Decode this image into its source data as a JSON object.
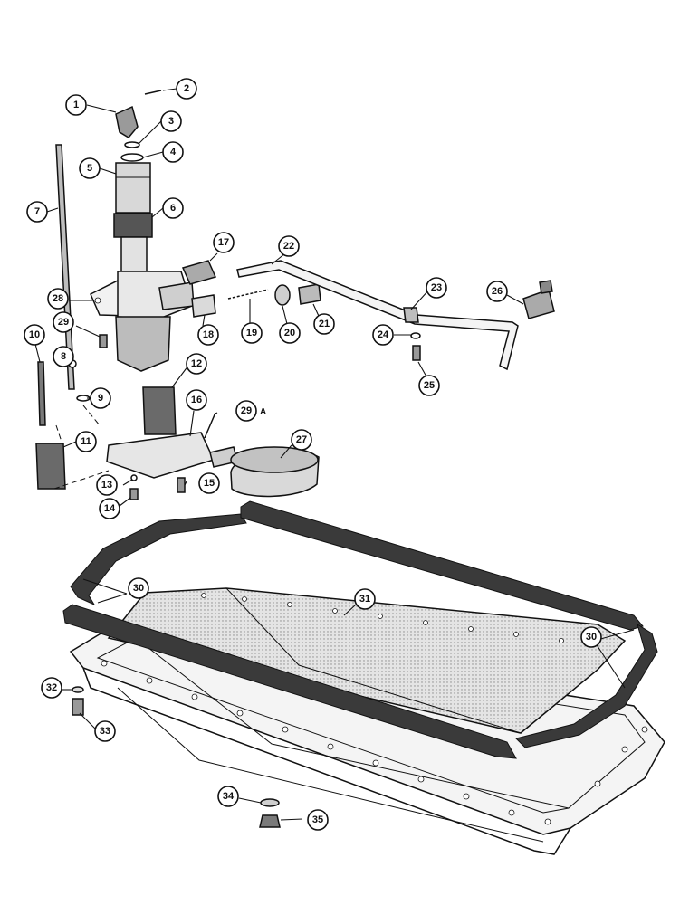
{
  "colors": {
    "line": "#111111",
    "gasket": "#3a3a3a",
    "paper": "#ffffff",
    "pan": "#cfcfcf"
  },
  "callouts": [
    {
      "id": "c1",
      "label": "1"
    },
    {
      "id": "c2",
      "label": "2"
    },
    {
      "id": "c3",
      "label": "3"
    },
    {
      "id": "c4",
      "label": "4"
    },
    {
      "id": "c5",
      "label": "5"
    },
    {
      "id": "c6",
      "label": "6"
    },
    {
      "id": "c7",
      "label": "7"
    },
    {
      "id": "c8",
      "label": "8"
    },
    {
      "id": "c9",
      "label": "9"
    },
    {
      "id": "c10",
      "label": "10"
    },
    {
      "id": "c11",
      "label": "11"
    },
    {
      "id": "c12",
      "label": "12"
    },
    {
      "id": "c13",
      "label": "13"
    },
    {
      "id": "c14",
      "label": "14"
    },
    {
      "id": "c15",
      "label": "15"
    },
    {
      "id": "c16",
      "label": "16"
    },
    {
      "id": "c17",
      "label": "17"
    },
    {
      "id": "c18",
      "label": "18"
    },
    {
      "id": "c19",
      "label": "19"
    },
    {
      "id": "c20",
      "label": "20"
    },
    {
      "id": "c21",
      "label": "21"
    },
    {
      "id": "c22",
      "label": "22"
    },
    {
      "id": "c23",
      "label": "23"
    },
    {
      "id": "c24",
      "label": "24"
    },
    {
      "id": "c25",
      "label": "25"
    },
    {
      "id": "c26",
      "label": "26"
    },
    {
      "id": "c27",
      "label": "27"
    },
    {
      "id": "c28",
      "label": "28"
    },
    {
      "id": "c29",
      "label": "29"
    },
    {
      "id": "c29a",
      "label": "29",
      "suffix": "A"
    },
    {
      "id": "c30a",
      "label": "30"
    },
    {
      "id": "c30b",
      "label": "30"
    },
    {
      "id": "c31",
      "label": "31"
    },
    {
      "id": "c32",
      "label": "32"
    },
    {
      "id": "c33",
      "label": "33"
    },
    {
      "id": "c34",
      "label": "34"
    },
    {
      "id": "c35",
      "label": "35"
    }
  ]
}
